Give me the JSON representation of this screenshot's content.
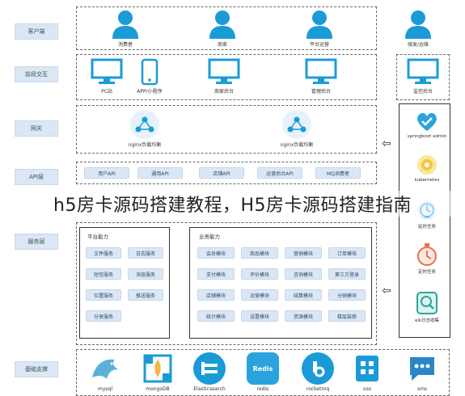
{
  "layers": [
    "客户端",
    "前段交互",
    "网关",
    "API层",
    "服务层",
    "基础支撑"
  ],
  "clients": [
    "消费者",
    "商家",
    "平台运营",
    "骑发/运维"
  ],
  "frontends": [
    "PC站",
    "APP/小程序",
    "商家后台",
    "管理后台",
    "监控后台"
  ],
  "gateway": [
    "nginx负载均衡",
    "nginx负载均衡"
  ],
  "apis": [
    "用户API",
    "通用API",
    "店铺API",
    "运营后台API",
    "MQ消费者"
  ],
  "platform": {
    "title": "平台能力",
    "items": [
      "文件服务",
      "日志服务",
      "短信服务",
      "消息服务",
      "位置服务",
      "推送服务",
      "分享服务"
    ]
  },
  "business": {
    "title": "业务能力",
    "items": [
      "会员模块",
      "商品模块",
      "营销模块",
      "订单模块",
      "支付模块",
      "评价模块",
      "咨询模块",
      "第三方登录",
      "店铺模块",
      "运营模块",
      "结算模块",
      "分销模块",
      "统计模块",
      "设置模块",
      "资源模块",
      "楼层装修"
    ]
  },
  "right_panel": [
    "springboot admin",
    "kubernetes",
    "延时任务",
    "定时任务",
    "elk日志收集"
  ],
  "base": [
    "mysql",
    "mongoDB",
    "Elasticsearch",
    "redis",
    "rocketmq",
    "oss",
    "sms"
  ],
  "redis_logo": "Redis",
  "watermark": "h5房卡源码搭建教程，H5房卡源码搭建指南",
  "colors": {
    "accent": "#1a9bd7",
    "pill": "#dbe7f5",
    "dash": "#666666"
  }
}
